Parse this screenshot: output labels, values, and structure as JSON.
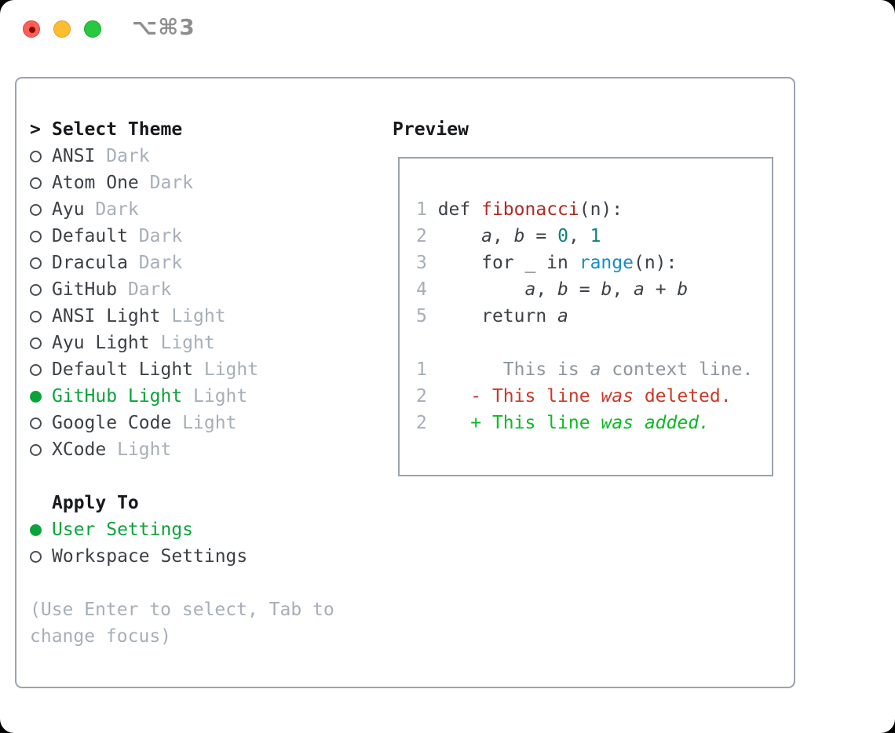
{
  "titlebar": {
    "title": "⌥⌘3"
  },
  "panel": {
    "theme_section": {
      "prompt": ">",
      "header": "Select Theme",
      "items": [
        {
          "name": "ANSI",
          "variant": "Dark",
          "selected": false
        },
        {
          "name": "Atom One",
          "variant": "Dark",
          "selected": false
        },
        {
          "name": "Ayu",
          "variant": "Dark",
          "selected": false
        },
        {
          "name": "Default",
          "variant": "Dark",
          "selected": false
        },
        {
          "name": "Dracula",
          "variant": "Dark",
          "selected": false
        },
        {
          "name": "GitHub",
          "variant": "Dark",
          "selected": false
        },
        {
          "name": "ANSI Light",
          "variant": "Light",
          "selected": false
        },
        {
          "name": "Ayu Light",
          "variant": "Light",
          "selected": false
        },
        {
          "name": "Default Light",
          "variant": "Light",
          "selected": false
        },
        {
          "name": "GitHub Light",
          "variant": "Light",
          "selected": true
        },
        {
          "name": "Google Code",
          "variant": "Light",
          "selected": false
        },
        {
          "name": "XCode",
          "variant": "Light",
          "selected": false
        }
      ]
    },
    "apply_section": {
      "header": "Apply To",
      "items": [
        {
          "label": "User Settings",
          "selected": true
        },
        {
          "label": "Workspace Settings",
          "selected": false
        }
      ]
    },
    "hint_lines": [
      "(Use Enter to select, Tab to",
      "change focus)"
    ],
    "preview": {
      "header": "Preview",
      "lines": [
        {
          "num": "1",
          "tokens": [
            {
              "t": " def ",
              "c": "k"
            },
            {
              "t": "fibonacci",
              "c": "fn"
            },
            {
              "t": "(n):",
              "c": "p"
            }
          ]
        },
        {
          "num": "2",
          "tokens": [
            {
              "t": "     ",
              "c": "p"
            },
            {
              "t": "a",
              "c": "v"
            },
            {
              "t": ", ",
              "c": "p"
            },
            {
              "t": "b",
              "c": "v"
            },
            {
              "t": " = ",
              "c": "p"
            },
            {
              "t": "0",
              "c": "nm"
            },
            {
              "t": ", ",
              "c": "p"
            },
            {
              "t": "1",
              "c": "nm"
            }
          ]
        },
        {
          "num": "3",
          "tokens": [
            {
              "t": "     for _ in ",
              "c": "p"
            },
            {
              "t": "range",
              "c": "bi"
            },
            {
              "t": "(n):",
              "c": "p"
            }
          ]
        },
        {
          "num": "4",
          "tokens": [
            {
              "t": "         ",
              "c": "p"
            },
            {
              "t": "a",
              "c": "v"
            },
            {
              "t": ", ",
              "c": "p"
            },
            {
              "t": "b",
              "c": "v"
            },
            {
              "t": " = ",
              "c": "p"
            },
            {
              "t": "b",
              "c": "v"
            },
            {
              "t": ", ",
              "c": "p"
            },
            {
              "t": "a",
              "c": "v"
            },
            {
              "t": " + ",
              "c": "p"
            },
            {
              "t": "b",
              "c": "v"
            }
          ]
        },
        {
          "num": "5",
          "tokens": [
            {
              "t": "     return ",
              "c": "p"
            },
            {
              "t": "a",
              "c": "v"
            }
          ]
        },
        {
          "num": "",
          "tokens": []
        },
        {
          "num": "1",
          "tokens": [
            {
              "t": "       This is ",
              "c": "ctx"
            },
            {
              "t": "a",
              "c": "ctx-i"
            },
            {
              "t": " context line.",
              "c": "ctx"
            }
          ]
        },
        {
          "num": "2",
          "tokens": [
            {
              "t": "    - This line ",
              "c": "del"
            },
            {
              "t": "was",
              "c": "del-i"
            },
            {
              "t": " deleted.",
              "c": "del"
            }
          ]
        },
        {
          "num": "2",
          "tokens": [
            {
              "t": "    + This line ",
              "c": "add"
            },
            {
              "t": "was",
              "c": "add-i"
            },
            {
              "t": " ",
              "c": "add"
            },
            {
              "t": "added.",
              "c": "add-i"
            }
          ]
        }
      ]
    }
  },
  "colors": {
    "selected_green": "#0ba43a",
    "added_green": "#0cba25",
    "deleted_red": "#c93a28",
    "function_red": "#b12a24",
    "number_teal": "#0d7f7c",
    "builtin_blue": "#1a8ccc",
    "context_gray": "#8d969f",
    "muted_gray": "#a6afb9",
    "line_number_gray": "#a5aeb8",
    "border_gray": "#9aa3ad",
    "text_dark": "#3c4147",
    "header_black": "#17191c",
    "traffic_red": "#ff5f57",
    "traffic_yellow": "#febc2e",
    "traffic_green": "#28c840"
  }
}
